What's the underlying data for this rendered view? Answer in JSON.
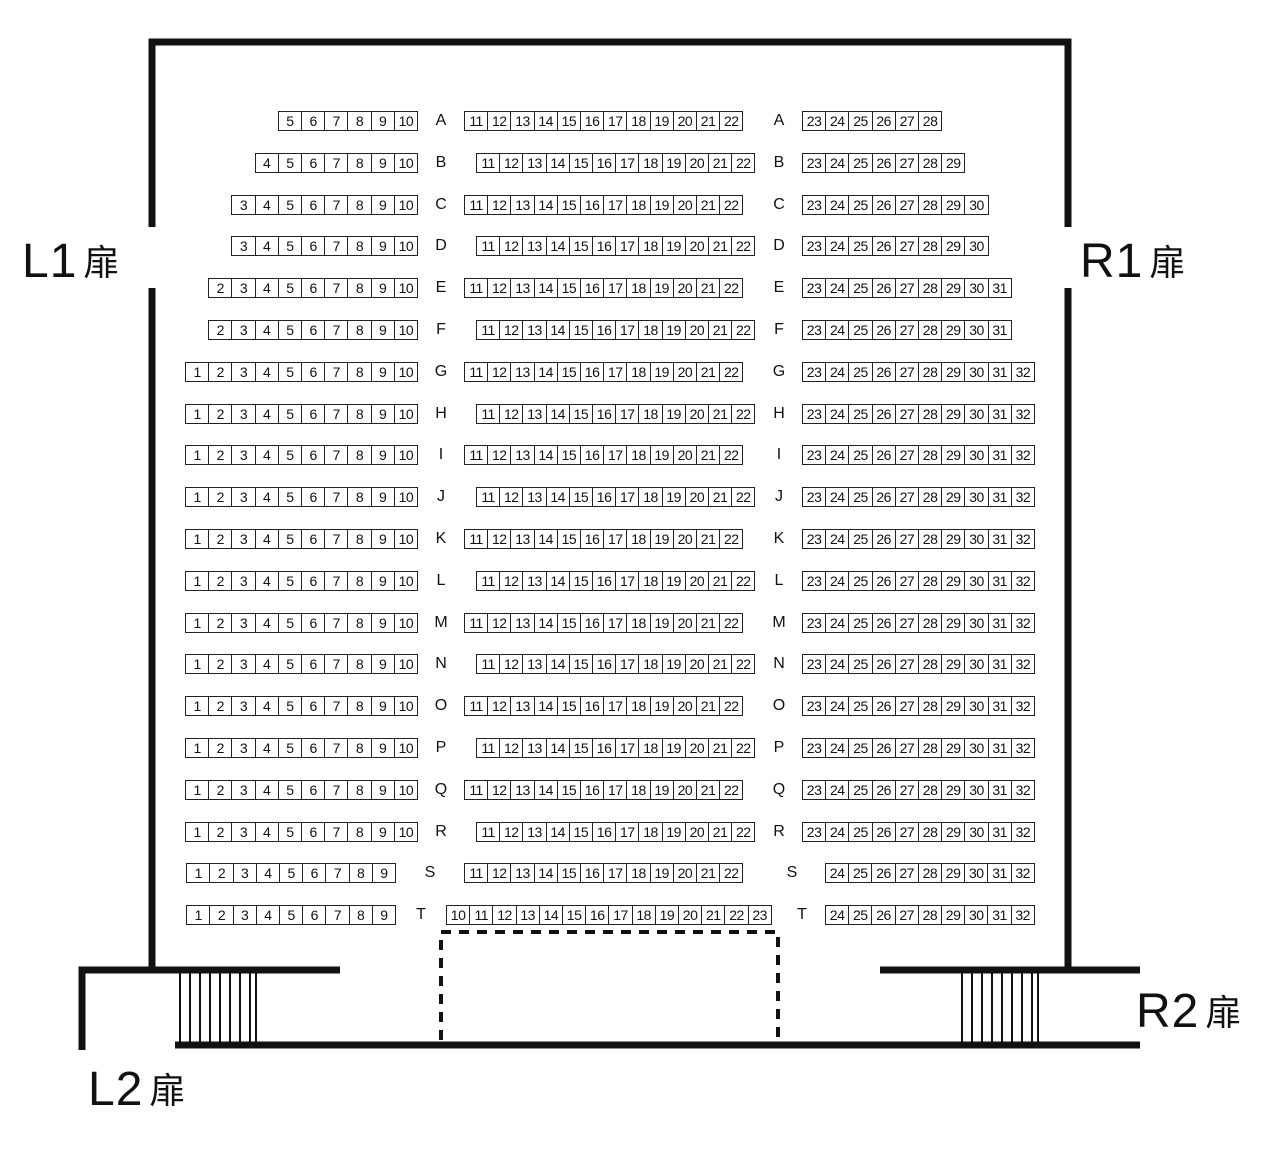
{
  "doors": {
    "l1": {
      "code": "L1",
      "kanji": "扉"
    },
    "r1": {
      "code": "R1",
      "kanji": "扉"
    },
    "l2": {
      "code": "L2",
      "kanji": "扉"
    },
    "r2": {
      "code": "R2",
      "kanji": "扉"
    }
  },
  "rows": [
    {
      "label": "A",
      "left": [
        5,
        6,
        7,
        8,
        9,
        10
      ],
      "center": [
        11,
        12,
        13,
        14,
        15,
        16,
        17,
        18,
        19,
        20,
        21,
        22
      ],
      "right": [
        23,
        24,
        25,
        26,
        27,
        28
      ]
    },
    {
      "label": "B",
      "left": [
        4,
        5,
        6,
        7,
        8,
        9,
        10
      ],
      "center": [
        11,
        12,
        13,
        14,
        15,
        16,
        17,
        18,
        19,
        20,
        21,
        22
      ],
      "right": [
        23,
        24,
        25,
        26,
        27,
        28,
        29
      ]
    },
    {
      "label": "C",
      "left": [
        3,
        4,
        5,
        6,
        7,
        8,
        9,
        10
      ],
      "center": [
        11,
        12,
        13,
        14,
        15,
        16,
        17,
        18,
        19,
        20,
        21,
        22
      ],
      "right": [
        23,
        24,
        25,
        26,
        27,
        28,
        29,
        30
      ]
    },
    {
      "label": "D",
      "left": [
        3,
        4,
        5,
        6,
        7,
        8,
        9,
        10
      ],
      "center": [
        11,
        12,
        13,
        14,
        15,
        16,
        17,
        18,
        19,
        20,
        21,
        22
      ],
      "right": [
        23,
        24,
        25,
        26,
        27,
        28,
        29,
        30
      ]
    },
    {
      "label": "E",
      "left": [
        2,
        3,
        4,
        5,
        6,
        7,
        8,
        9,
        10
      ],
      "center": [
        11,
        12,
        13,
        14,
        15,
        16,
        17,
        18,
        19,
        20,
        21,
        22
      ],
      "right": [
        23,
        24,
        25,
        26,
        27,
        28,
        29,
        30,
        31
      ]
    },
    {
      "label": "F",
      "left": [
        2,
        3,
        4,
        5,
        6,
        7,
        8,
        9,
        10
      ],
      "center": [
        11,
        12,
        13,
        14,
        15,
        16,
        17,
        18,
        19,
        20,
        21,
        22
      ],
      "right": [
        23,
        24,
        25,
        26,
        27,
        28,
        29,
        30,
        31
      ]
    },
    {
      "label": "G",
      "left": [
        1,
        2,
        3,
        4,
        5,
        6,
        7,
        8,
        9,
        10
      ],
      "center": [
        11,
        12,
        13,
        14,
        15,
        16,
        17,
        18,
        19,
        20,
        21,
        22
      ],
      "right": [
        23,
        24,
        25,
        26,
        27,
        28,
        29,
        30,
        31,
        32
      ]
    },
    {
      "label": "H",
      "left": [
        1,
        2,
        3,
        4,
        5,
        6,
        7,
        8,
        9,
        10
      ],
      "center": [
        11,
        12,
        13,
        14,
        15,
        16,
        17,
        18,
        19,
        20,
        21,
        22
      ],
      "right": [
        23,
        24,
        25,
        26,
        27,
        28,
        29,
        30,
        31,
        32
      ]
    },
    {
      "label": "I",
      "left": [
        1,
        2,
        3,
        4,
        5,
        6,
        7,
        8,
        9,
        10
      ],
      "center": [
        11,
        12,
        13,
        14,
        15,
        16,
        17,
        18,
        19,
        20,
        21,
        22
      ],
      "right": [
        23,
        24,
        25,
        26,
        27,
        28,
        29,
        30,
        31,
        32
      ]
    },
    {
      "label": "J",
      "left": [
        1,
        2,
        3,
        4,
        5,
        6,
        7,
        8,
        9,
        10
      ],
      "center": [
        11,
        12,
        13,
        14,
        15,
        16,
        17,
        18,
        19,
        20,
        21,
        22
      ],
      "right": [
        23,
        24,
        25,
        26,
        27,
        28,
        29,
        30,
        31,
        32
      ]
    },
    {
      "label": "K",
      "left": [
        1,
        2,
        3,
        4,
        5,
        6,
        7,
        8,
        9,
        10
      ],
      "center": [
        11,
        12,
        13,
        14,
        15,
        16,
        17,
        18,
        19,
        20,
        21,
        22
      ],
      "right": [
        23,
        24,
        25,
        26,
        27,
        28,
        29,
        30,
        31,
        32
      ]
    },
    {
      "label": "L",
      "left": [
        1,
        2,
        3,
        4,
        5,
        6,
        7,
        8,
        9,
        10
      ],
      "center": [
        11,
        12,
        13,
        14,
        15,
        16,
        17,
        18,
        19,
        20,
        21,
        22
      ],
      "right": [
        23,
        24,
        25,
        26,
        27,
        28,
        29,
        30,
        31,
        32
      ]
    },
    {
      "label": "M",
      "left": [
        1,
        2,
        3,
        4,
        5,
        6,
        7,
        8,
        9,
        10
      ],
      "center": [
        11,
        12,
        13,
        14,
        15,
        16,
        17,
        18,
        19,
        20,
        21,
        22
      ],
      "right": [
        23,
        24,
        25,
        26,
        27,
        28,
        29,
        30,
        31,
        32
      ]
    },
    {
      "label": "N",
      "left": [
        1,
        2,
        3,
        4,
        5,
        6,
        7,
        8,
        9,
        10
      ],
      "center": [
        11,
        12,
        13,
        14,
        15,
        16,
        17,
        18,
        19,
        20,
        21,
        22
      ],
      "right": [
        23,
        24,
        25,
        26,
        27,
        28,
        29,
        30,
        31,
        32
      ]
    },
    {
      "label": "O",
      "left": [
        1,
        2,
        3,
        4,
        5,
        6,
        7,
        8,
        9,
        10
      ],
      "center": [
        11,
        12,
        13,
        14,
        15,
        16,
        17,
        18,
        19,
        20,
        21,
        22
      ],
      "right": [
        23,
        24,
        25,
        26,
        27,
        28,
        29,
        30,
        31,
        32
      ]
    },
    {
      "label": "P",
      "left": [
        1,
        2,
        3,
        4,
        5,
        6,
        7,
        8,
        9,
        10
      ],
      "center": [
        11,
        12,
        13,
        14,
        15,
        16,
        17,
        18,
        19,
        20,
        21,
        22
      ],
      "right": [
        23,
        24,
        25,
        26,
        27,
        28,
        29,
        30,
        31,
        32
      ]
    },
    {
      "label": "Q",
      "left": [
        1,
        2,
        3,
        4,
        5,
        6,
        7,
        8,
        9,
        10
      ],
      "center": [
        11,
        12,
        13,
        14,
        15,
        16,
        17,
        18,
        19,
        20,
        21,
        22
      ],
      "right": [
        23,
        24,
        25,
        26,
        27,
        28,
        29,
        30,
        31,
        32
      ]
    },
    {
      "label": "R",
      "left": [
        1,
        2,
        3,
        4,
        5,
        6,
        7,
        8,
        9,
        10
      ],
      "center": [
        11,
        12,
        13,
        14,
        15,
        16,
        17,
        18,
        19,
        20,
        21,
        22
      ],
      "right": [
        23,
        24,
        25,
        26,
        27,
        28,
        29,
        30,
        31,
        32
      ]
    },
    {
      "label": "S",
      "left": [
        1,
        2,
        3,
        4,
        5,
        6,
        7,
        8,
        9
      ],
      "center": [
        11,
        12,
        13,
        14,
        15,
        16,
        17,
        18,
        19,
        20,
        21,
        22
      ],
      "right": [
        24,
        25,
        26,
        27,
        28,
        29,
        30,
        31,
        32
      ]
    },
    {
      "label": "T",
      "left": [
        1,
        2,
        3,
        4,
        5,
        6,
        7,
        8,
        9
      ],
      "center": [
        10,
        11,
        12,
        13,
        14,
        15,
        16,
        17,
        18,
        19,
        20,
        21,
        22,
        23
      ],
      "right": [
        24,
        25,
        26,
        27,
        28,
        29,
        30,
        31,
        32
      ]
    }
  ]
}
